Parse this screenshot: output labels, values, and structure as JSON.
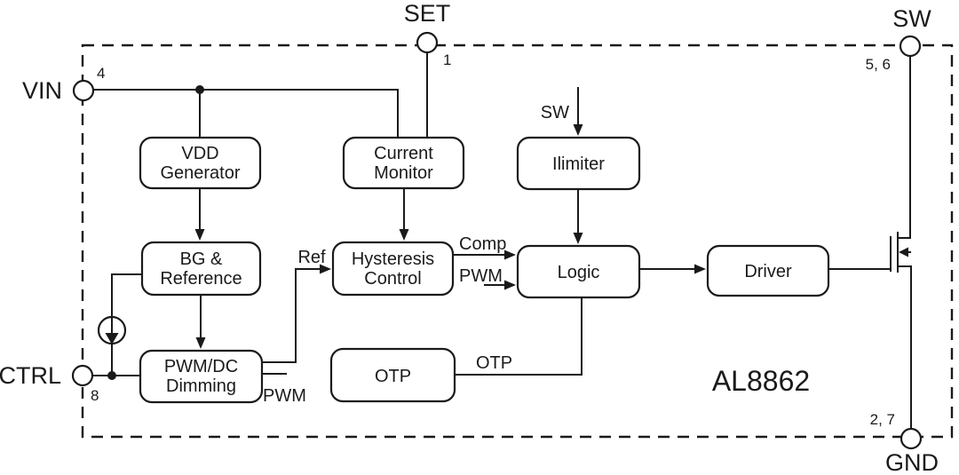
{
  "diagram": {
    "part_number": "AL8862"
  },
  "pins": {
    "vin": {
      "name": "VIN",
      "number": "4"
    },
    "set": {
      "name": "SET",
      "number": "1"
    },
    "sw": {
      "name": "SW",
      "number": "5, 6"
    },
    "ctrl": {
      "name": "CTRL",
      "number": "8"
    },
    "gnd": {
      "name": "GND",
      "number": "2, 7"
    }
  },
  "blocks": {
    "vdd_generator": {
      "line1": "VDD",
      "line2": "Generator"
    },
    "current_monitor": {
      "line1": "Current",
      "line2": "Monitor"
    },
    "ilimiter": {
      "line1": "Ilimiter"
    },
    "bg_reference": {
      "line1": "BG &",
      "line2": "Reference"
    },
    "hysteresis_control": {
      "line1": "Hysteresis",
      "line2": "Control"
    },
    "logic": {
      "line1": "Logic"
    },
    "driver": {
      "line1": "Driver"
    },
    "pwm_dc_dimming": {
      "line1": "PWM/DC",
      "line2": "Dimming"
    },
    "otp": {
      "line1": "OTP"
    }
  },
  "signals": {
    "ref": "Ref",
    "comp": "Comp",
    "pwm_to_logic": "PWM",
    "pwm_output": "PWM",
    "otp_to_logic": "OTP",
    "sw_sense": "SW"
  },
  "colors": {
    "ink": "#1a1a1a",
    "background": "#ffffff"
  }
}
